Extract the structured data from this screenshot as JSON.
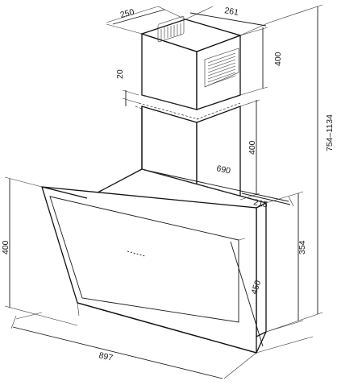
{
  "dimensions": {
    "chimney_depth": "250",
    "chimney_width": "261",
    "chimney_upper_height": "400",
    "chimney_overlap": "20",
    "chimney_lower_height": "400",
    "total_height_range": "754–1134",
    "base_depth": "690",
    "wall_offset": "215",
    "body_height": "354",
    "glass_height": "400",
    "glass_depth": "450",
    "total_width": "897"
  }
}
